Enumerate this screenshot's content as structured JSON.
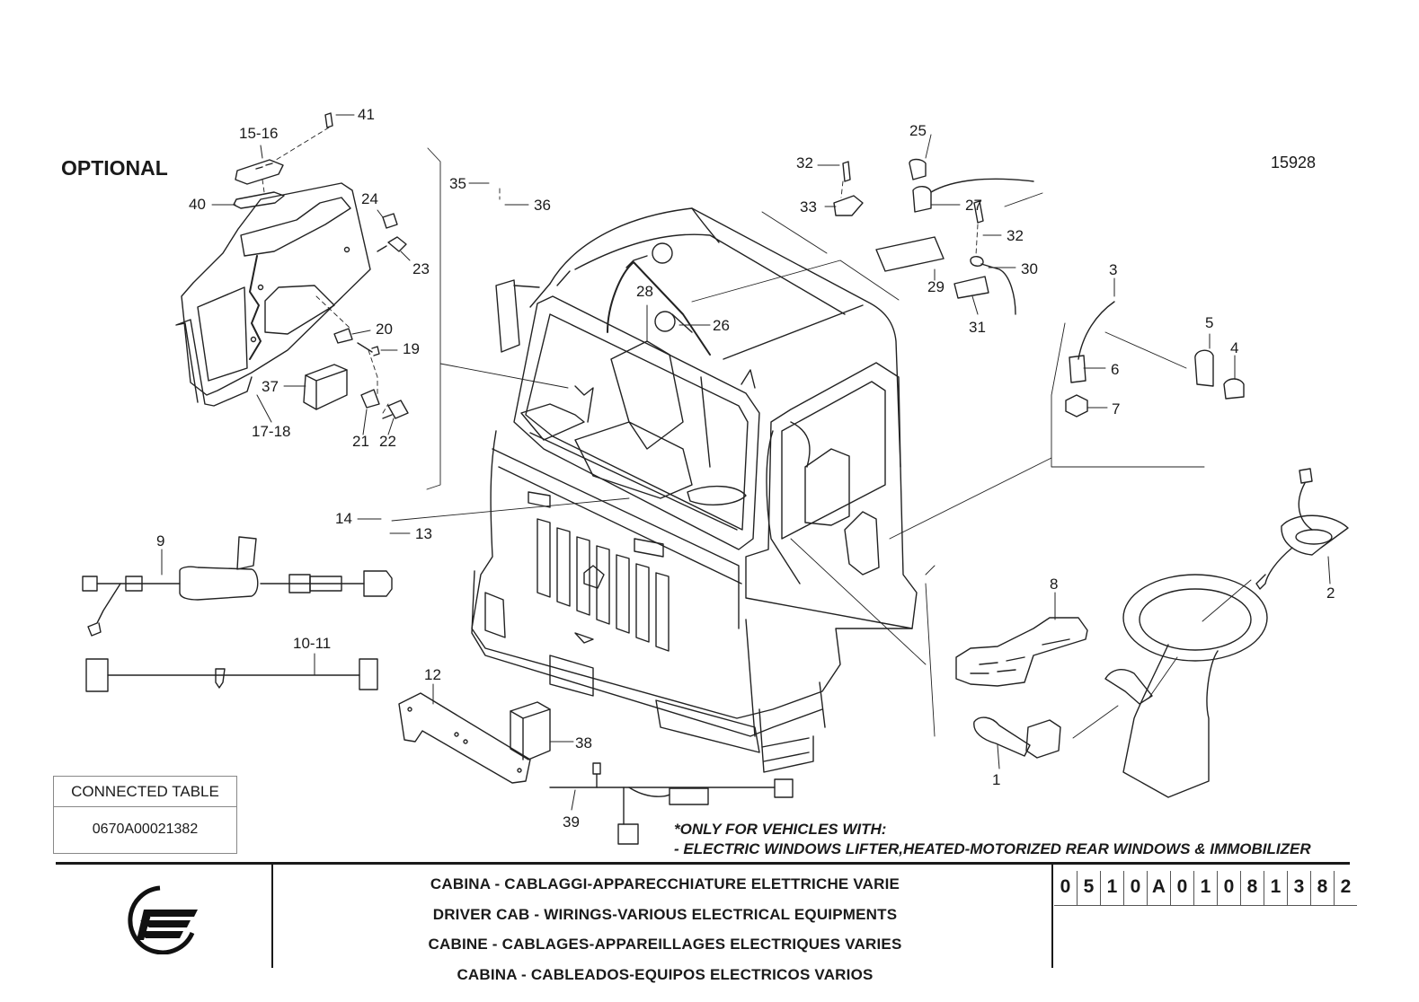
{
  "header": {
    "optional_label": "OPTIONAL",
    "drawing_number": "15928"
  },
  "callouts": [
    "41",
    "15-16",
    "40",
    "24",
    "23",
    "20",
    "19",
    "37",
    "17-18",
    "21",
    "22",
    "35",
    "36",
    "32",
    "25",
    "33",
    "27",
    "32",
    "29",
    "30",
    "31",
    "3",
    "5",
    "4",
    "6",
    "7",
    "28",
    "26",
    "14",
    "13",
    "9",
    "10-11",
    "12",
    "38",
    "39",
    "8",
    "2",
    "1"
  ],
  "note": {
    "line1": "*ONLY FOR VEHICLES WITH:",
    "line2": "- ELECTRIC WINDOWS LIFTER,HEATED-MOTORIZED REAR WINDOWS & IMMOBILIZER"
  },
  "connected_table": {
    "header": "CONNECTED TABLE",
    "value": "0670A00021382"
  },
  "title_block": {
    "it": "CABINA - CABLAGGI-APPARECCHIATURE ELETTRICHE VARIE",
    "en": "DRIVER CAB - WIRINGS-VARIOUS ELECTRICAL EQUIPMENTS",
    "fr": "CABINE - CABLAGES-APPAREILLAGES ELECTRIQUES VARIES",
    "es": "CABINA - CABLEADOS-EQUIPOS ELECTRICOS VARIOS",
    "code_chars": [
      "0",
      "5",
      "1",
      "0",
      "A",
      "0",
      "1",
      "0",
      "8",
      "1",
      "3",
      "8",
      "2"
    ]
  },
  "logo": "brand-logo-icon"
}
